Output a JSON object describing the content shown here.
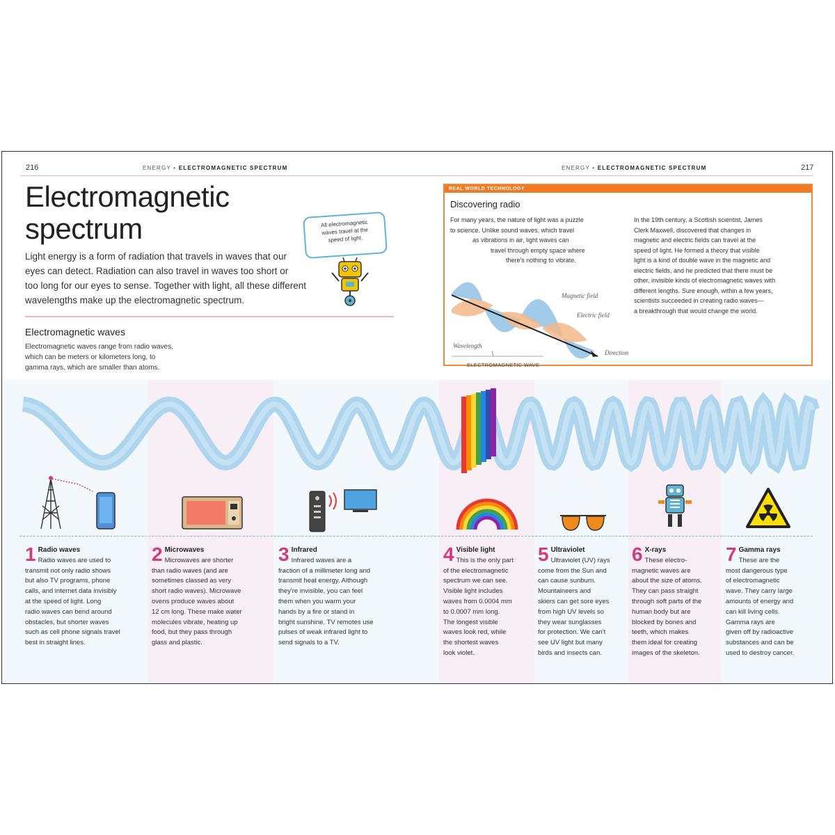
{
  "page": {
    "left_number": "216",
    "right_number": "217",
    "running_head_left": {
      "section": "ENERGY",
      "topic": "ELECTROMAGNETIC SPECTRUM"
    },
    "running_head_right": {
      "section": "ENERGY",
      "topic": "ELECTROMAGNETIC SPECTRUM"
    },
    "title_line1": "Electromagnetic",
    "title_line2": "spectrum",
    "intro_lines": [
      "Light energy is a form of radiation that travels in waves that our",
      "eyes can detect. Radiation can also travel in waves too short or",
      "too long for our eyes to sense. Together with light, all these different",
      "wavelengths make up the electromagnetic spectrum."
    ],
    "bubble_lines": [
      "All electromagnetic",
      "waves travel at the",
      "speed of light."
    ],
    "waves_heading": "Electromagnetic waves",
    "waves_text_lines": [
      "Electromagnetic waves range from radio waves,",
      "which can be meters or kilometers long, to",
      "gamma rays, which are smaller than atoms."
    ]
  },
  "feature_box": {
    "label": "REAL WORLD TECHNOLOGY",
    "title": "Discovering radio",
    "left_lines": [
      "For many years, the nature of light was a puzzle",
      "to science. Unlike sound waves, which travel",
      "as vibrations in air, light waves can",
      "travel through empty space where",
      "there's nothing to vibrate."
    ],
    "right_lines": [
      "In the 19th century, a Scottish scientist, James",
      "Clerk Maxwell, discovered that changes in",
      "magnetic and electric fields can travel at the",
      "speed of light. He formed a theory that visible",
      "light is a kind of double wave in the magnetic and",
      "electric fields, and he predicted that there must be",
      "other, invisible kinds of electromagnetic waves with",
      "different lengths. Sure enough, within a few years,",
      "scientists succeeded in creating radio waves—",
      "a breakthrough that would change the world."
    ],
    "diagram_labels": {
      "magnetic": "Magnetic field",
      "electric": "Electric field",
      "wavelength": "Wavelength",
      "direction": "Direction",
      "caption": "ELECTROMAGNETIC WAVE"
    }
  },
  "spectrum": [
    {
      "num": "1",
      "name": "Radio waves",
      "lines": [
        "Radio waves are used to",
        "transmit not only radio shows",
        "but also TV programs, phone",
        "calls, and internet data invisibly",
        "at the speed of light. Long",
        "radio waves can bend around",
        "obstacles, but shorter waves",
        "such as cell phone signals travel",
        "best in straight lines."
      ]
    },
    {
      "num": "2",
      "name": "Microwaves",
      "lines": [
        "Microwaves are shorter",
        "than radio waves (and are",
        "sometimes classed as very",
        "short radio waves). Microwave",
        "ovens produce waves about",
        "12 cm long. These make water",
        "molecules vibrate, heating up",
        "food, but they pass through",
        "glass and plastic."
      ]
    },
    {
      "num": "3",
      "name": "Infrared",
      "lines": [
        "Infrared waves are a",
        "fraction of a millimeter long and",
        "transmit heat energy. Although",
        "they're invisible, you can feel",
        "them when you warm your",
        "hands by a fire or stand in",
        "bright sunshine. TV remotes use",
        "pulses of weak infrared light to",
        "send signals to a TV."
      ]
    },
    {
      "num": "4",
      "name": "Visible light",
      "lines": [
        "This is the only part",
        "of the electromagnetic",
        "spectrum we can see.",
        "Visible light includes",
        "waves from 0.0004 mm",
        "to 0.0007 mm long.",
        "The longest visible",
        "waves look red, while",
        "the shortest waves",
        "look violet."
      ]
    },
    {
      "num": "5",
      "name": "Ultraviolet",
      "lines": [
        "Ultraviolet (UV) rays",
        "come from the Sun and",
        "can cause sunburn.",
        "Mountaineers and",
        "skiers can get sore eyes",
        "from high UV levels so",
        "they wear sunglasses",
        "for protection. We can't",
        "see UV light but many",
        "birds and insects can."
      ]
    },
    {
      "num": "6",
      "name": "X-rays",
      "lines": [
        "These electro-",
        "magnetic waves are",
        "about the size of atoms.",
        "They can pass straight",
        "through soft parts of the",
        "human body but are",
        "blocked by bones and",
        "teeth, which makes",
        "them ideal for creating",
        "images of the skeleton."
      ]
    },
    {
      "num": "7",
      "name": "Gamma rays",
      "lines": [
        "These are the",
        "most dangerous type",
        "of electromagnetic",
        "wave. They carry large",
        "amounts of energy and",
        "can kill living cells.",
        "Gamma rays are",
        "given off by radioactive",
        "substances and can be",
        "used to destroy cancer."
      ]
    }
  ],
  "colors": {
    "accent_pink": "#d43a7a",
    "wave_blue": "#a9d3ec",
    "box_orange": "#f07a24",
    "band_pink": "#f7eef6",
    "band_blue": "#eef5fb"
  }
}
